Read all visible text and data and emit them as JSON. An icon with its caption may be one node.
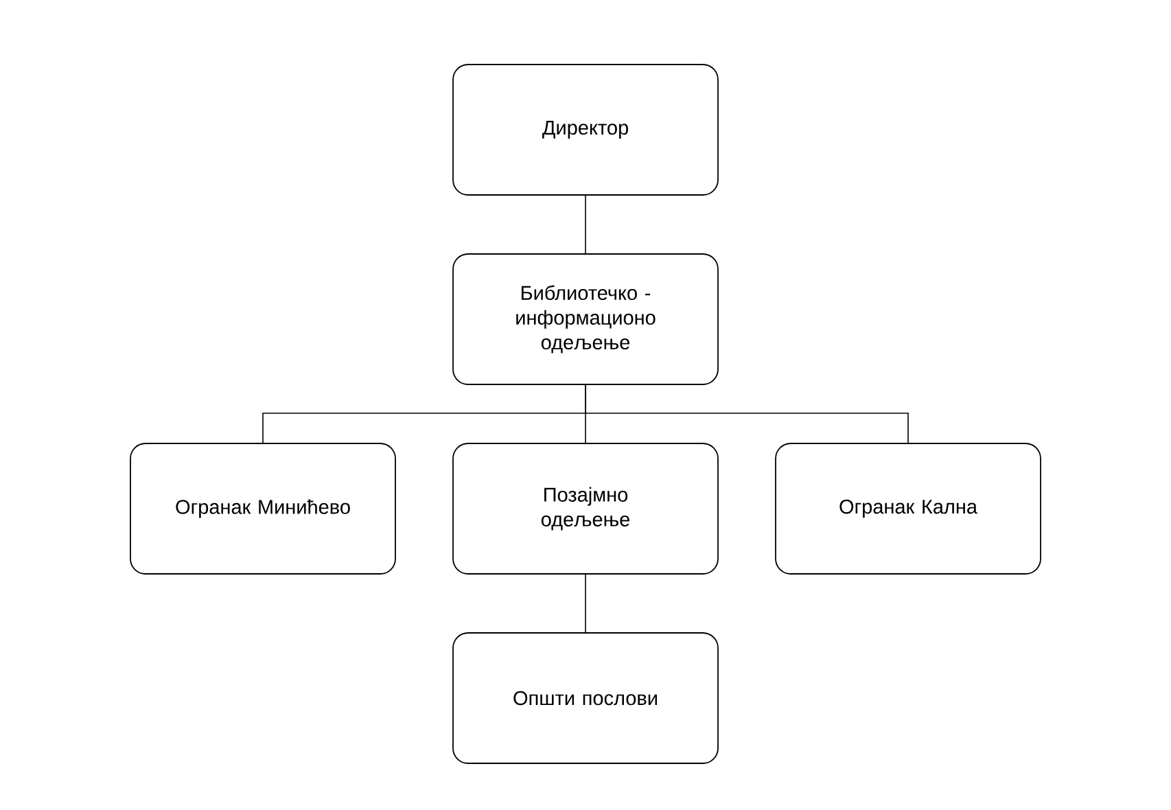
{
  "diagram": {
    "nodes": [
      {
        "text": [
          "Директор"
        ]
      },
      {
        "text": [
          "Библиотечко - информационо одељење"
        ]
      },
      {
        "text": [
          "Огранак Минићево"
        ]
      },
      {
        "text": [
          "Позајмно одељење"
        ]
      },
      {
        "text": [
          "Огранак Кална"
        ]
      },
      {
        "text": [
          "Општи послови"
        ]
      }
    ],
    "edges": [
      {
        "from": 0,
        "to": 1,
        "arrow": "none"
      },
      {
        "from": 1,
        "to": 2,
        "arrow": "none"
      },
      {
        "from": 1,
        "to": 3,
        "arrow": "none"
      },
      {
        "from": 1,
        "to": 4,
        "arrow": "none"
      },
      {
        "from": 3,
        "to": 5,
        "arrow": "none"
      }
    ]
  }
}
